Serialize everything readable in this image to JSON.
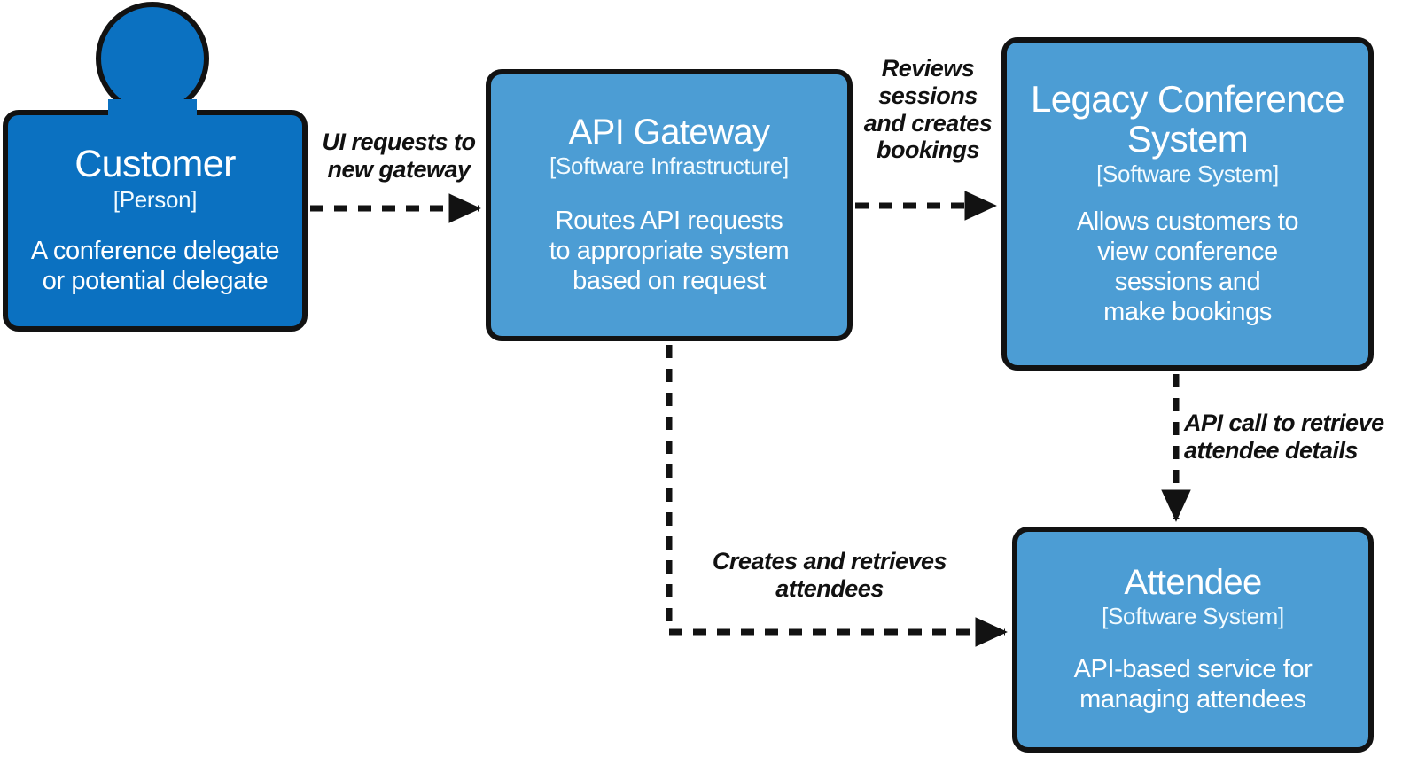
{
  "diagram": {
    "type": "c4-context-diagram",
    "colors": {
      "person_fill": "#0b71c1",
      "system_fill": "#4c9dd4",
      "border": "#121212",
      "node_text": "#ffffff",
      "edge_text": "#111111",
      "background": "#ffffff"
    },
    "nodes": [
      {
        "id": "customer",
        "title": "Customer",
        "type": "[Person]",
        "description": "A conference delegate\nor potential delegate",
        "shape": "person",
        "fill": "#0b71c1"
      },
      {
        "id": "api-gateway",
        "title": "API Gateway",
        "type": "[Software Infrastructure]",
        "description": "Routes API requests\nto appropriate system\nbased on request",
        "shape": "rounded-box",
        "fill": "#4c9dd4"
      },
      {
        "id": "legacy-conference-system",
        "title": "Legacy Conference\nSystem",
        "type": "[Software System]",
        "description": "Allows customers to\nview conference\nsessions and\nmake bookings",
        "shape": "rounded-box",
        "fill": "#4c9dd4"
      },
      {
        "id": "attendee",
        "title": "Attendee",
        "type": "[Software System]",
        "description": "API-based service for\nmanaging attendees",
        "shape": "rounded-box",
        "fill": "#4c9dd4"
      }
    ],
    "edges": [
      {
        "id": "customer-to-gateway",
        "from": "customer",
        "to": "api-gateway",
        "label": "UI requests to\nnew gateway",
        "style": "dashed",
        "arrow": "end"
      },
      {
        "id": "gateway-to-legacy",
        "from": "api-gateway",
        "to": "legacy-conference-system",
        "label": "Reviews\nsessions\nand creates\nbookings",
        "style": "dashed",
        "arrow": "end"
      },
      {
        "id": "legacy-to-attendee",
        "from": "legacy-conference-system",
        "to": "attendee",
        "label": "API call to retrieve\nattendee details",
        "style": "dashed",
        "arrow": "end"
      },
      {
        "id": "gateway-to-attendee",
        "from": "api-gateway",
        "to": "attendee",
        "label": "Creates and retrieves\nattendees",
        "style": "dashed",
        "arrow": "end"
      }
    ]
  }
}
